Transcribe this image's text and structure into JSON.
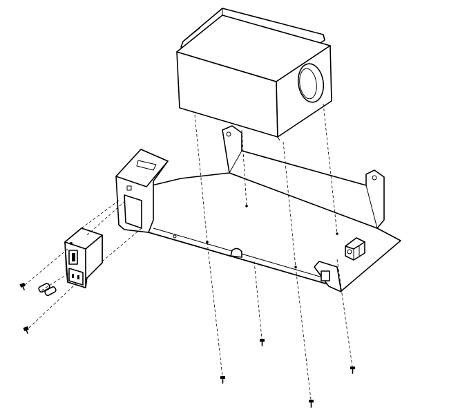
{
  "figure": {
    "kind": "exploded-assembly-drawing",
    "line_color": "#000000",
    "background": "#ffffff",
    "parts": [
      "transformer",
      "mounting-bracket",
      "power-entry-module",
      "fuses",
      "terminal-block",
      "screws"
    ]
  }
}
